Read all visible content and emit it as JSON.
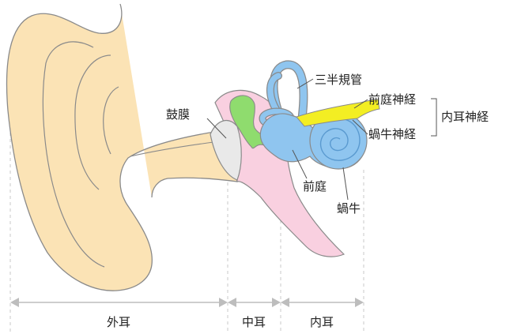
{
  "labels": {
    "tympanic_membrane": "鼓膜",
    "semicircular_canals": "三半規管",
    "vestibular_nerve": "前庭神経",
    "cochlear_nerve": "蝸牛神経",
    "vestibulocochlear_nerve": "内耳神経",
    "vestibule": "前庭",
    "cochlea": "蝸牛"
  },
  "regions": {
    "outer_ear": "外耳",
    "middle_ear": "中耳",
    "inner_ear": "内耳"
  },
  "colors": {
    "outer_ear": "#fbe3b5",
    "ear_canal_tissue": "#f9d0e0",
    "ossicles": "#8fdc6e",
    "inner_ear": "#8fc5ef",
    "nerve": "#f3ee23",
    "eardrum": "#e9e9e9",
    "outline": "#8a8a8a"
  }
}
